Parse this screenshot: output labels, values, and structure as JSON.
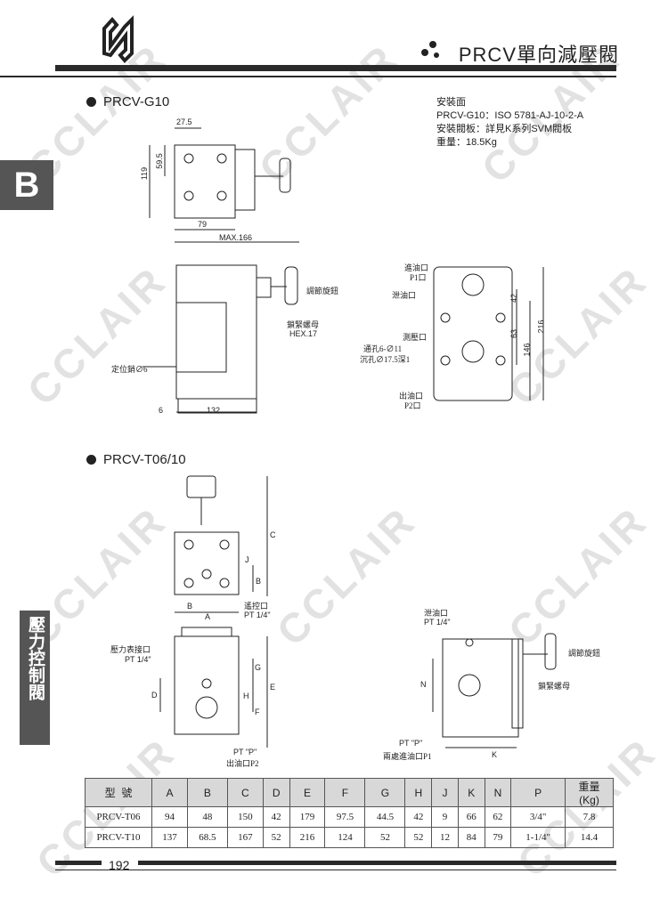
{
  "header": {
    "title": "PRCV單向減壓閥"
  },
  "side_tab": {
    "letter": "B",
    "category": "壓力控制閥"
  },
  "watermark": "CCLAIR",
  "section_g10": {
    "title": "PRCV-G10",
    "info": [
      "安裝面",
      "PRCV-G10：ISO 5781-AJ-10-2-A",
      "安裝閥板：詳見K系列SVM閥板",
      "重量：18.5Kg"
    ],
    "top_dims": {
      "d1": "27.5",
      "d2": "59.5",
      "d3": "119",
      "d4": "79",
      "d5": "MAX.166"
    },
    "front": {
      "knob": "調節旋鈕",
      "locknut": "鎖緊螺母",
      "hex": "HEX.17",
      "pin": "定位銷∅6",
      "d6": "6",
      "d132": "132"
    },
    "side": {
      "inlet": "進油口",
      "p1": "P1口",
      "drain": "泄油口",
      "gauge": "測壓口",
      "thru": "通孔6-∅11",
      "cbore": "沉孔∅17.5深1",
      "outlet": "出油口",
      "p2": "P2口",
      "d42": "42",
      "d63": "63",
      "d146": "146",
      "d216": "216"
    }
  },
  "section_t": {
    "title": "PRCV-T06/10",
    "top": {
      "C": "C",
      "J": "J",
      "B1": "B",
      "B2": "B",
      "A": "A",
      "remote": "遙控口",
      "remote_pt": "PT 1/4\""
    },
    "front": {
      "gauge": "壓力表接口",
      "gauge_pt": "PT 1/4\"",
      "G": "G",
      "H": "H",
      "E": "E",
      "D": "D",
      "F": "F",
      "pt": "PT \"P\"",
      "outlet": "出油口P2"
    },
    "side": {
      "drain": "泄油口",
      "drain_pt": "PT 1/4\"",
      "knob": "調節旋鈕",
      "locknut": "鎖緊螺母",
      "N": "N",
      "pt": "PT \"P\"",
      "inlet": "兩處進油口P1",
      "K": "K"
    }
  },
  "table": {
    "headers": [
      "型  號",
      "A",
      "B",
      "C",
      "D",
      "E",
      "F",
      "G",
      "H",
      "J",
      "K",
      "N",
      "P",
      "重量\n(Kg)"
    ],
    "rows": [
      [
        "PRCV-T06",
        "94",
        "48",
        "150",
        "42",
        "179",
        "97.5",
        "44.5",
        "42",
        "9",
        "66",
        "62",
        "3/4\"",
        "7.8"
      ],
      [
        "PRCV-T10",
        "137",
        "68.5",
        "167",
        "52",
        "216",
        "124",
        "52",
        "52",
        "12",
        "84",
        "79",
        "1-1/4\"",
        "14.4"
      ]
    ]
  },
  "footer": {
    "page": "192"
  }
}
